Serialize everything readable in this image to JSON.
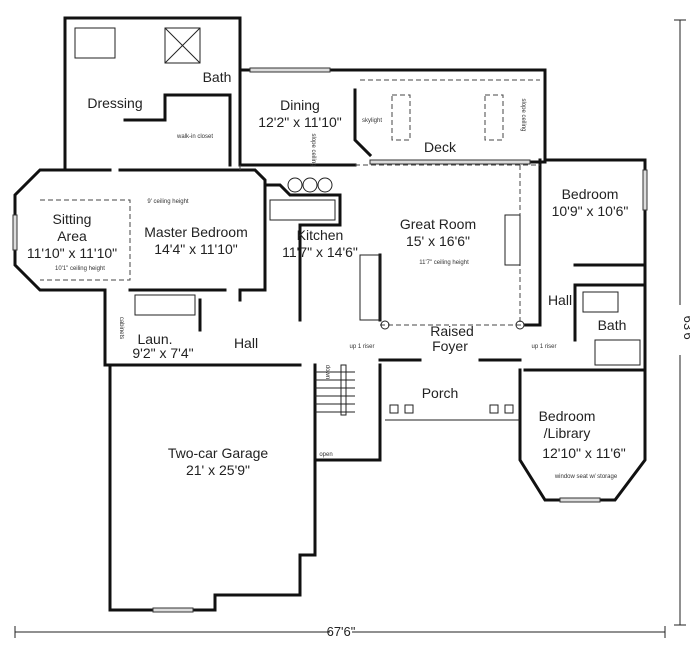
{
  "title": "",
  "overall": {
    "width": "67'6\"",
    "depth": "63'6\""
  },
  "rooms": {
    "bath_master": {
      "name": "Bath"
    },
    "dressing": {
      "name": "Dressing"
    },
    "walk_in_closet": {
      "name": "walk-in closet"
    },
    "dining": {
      "name": "Dining",
      "size": "12'2\" x 11'10\""
    },
    "deck": {
      "name": "Deck"
    },
    "sitting": {
      "name1": "Sitting",
      "name2": "Area",
      "size": "11'10\" x 11'10\"",
      "note": "10'1\" ceiling height"
    },
    "master_bedroom": {
      "name": "Master Bedroom",
      "size": "14'4\" x 11'10\"",
      "note": "9' ceiling height"
    },
    "kitchen": {
      "name": "Kitchen",
      "size": "11'7\" x 14'6\""
    },
    "great_room": {
      "name": "Great Room",
      "size": "15' x 16'6\"",
      "note": "11'7\" ceiling height"
    },
    "bedroom": {
      "name": "Bedroom",
      "size": "10'9\" x 10'6\""
    },
    "hall_east": {
      "name": "Hall"
    },
    "bath_east": {
      "name": "Bath"
    },
    "laundry": {
      "name": "Laun.",
      "size": "9'2\" x 7'4\"",
      "note": "cabinets"
    },
    "hall_west": {
      "name": "Hall"
    },
    "foyer": {
      "name1": "Raised",
      "name2": "Foyer"
    },
    "porch": {
      "name": "Porch"
    },
    "library": {
      "name1": "Bedroom",
      "name2": "/Library",
      "size": "12'10\" x 11'6\"",
      "note": "window seat w/ storage"
    },
    "garage": {
      "name": "Two-car Garage",
      "size": "21' x 25'9\""
    }
  },
  "notes": {
    "skylight": "skylight",
    "slope_ceiling": "slope ceiling",
    "up_riser": "up 1 riser",
    "down": "down",
    "open": "open"
  }
}
